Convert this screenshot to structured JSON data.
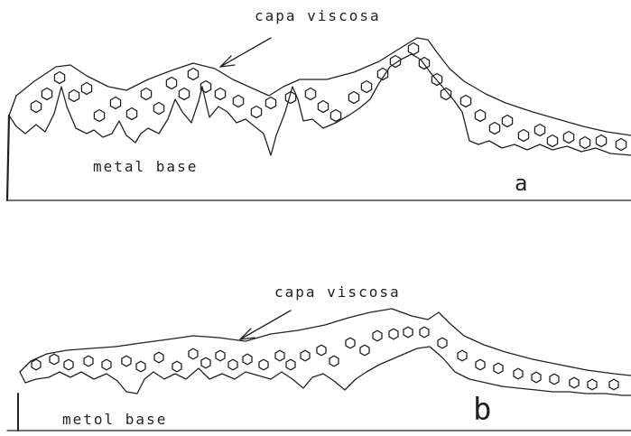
{
  "panel_a": {
    "layer_label": "capa viscosa",
    "base_label": "metal base",
    "panel_letter": "a"
  },
  "panel_b": {
    "layer_label": "capa viscosa",
    "base_label": "metol base",
    "panel_letter": "b"
  },
  "colors": {
    "ink": "#222222",
    "background": "#ffffff"
  }
}
